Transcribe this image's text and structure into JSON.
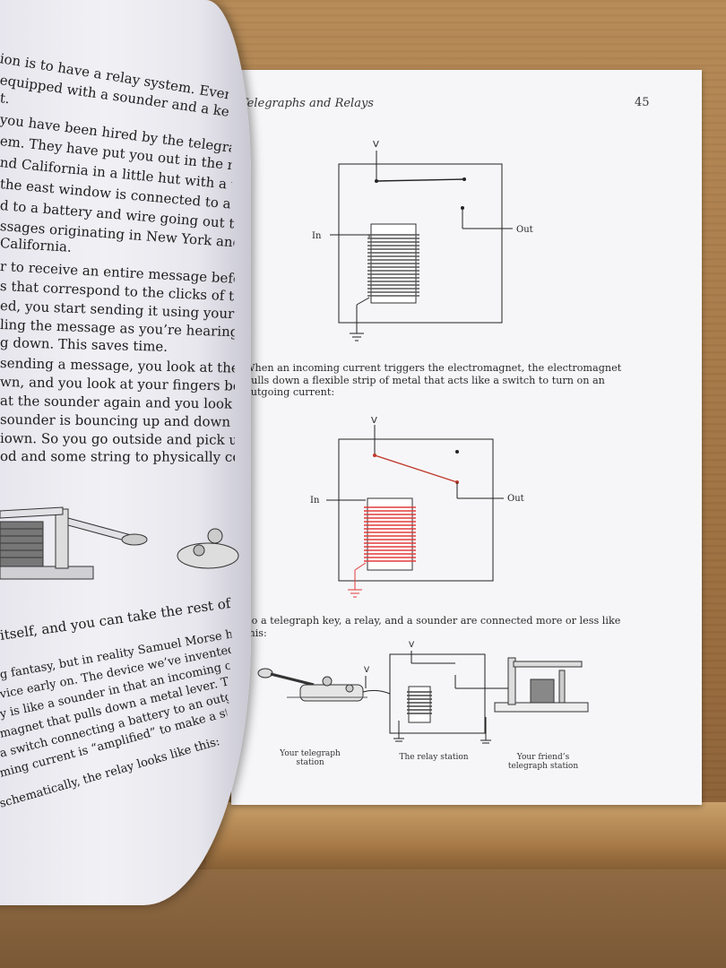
{
  "right_page": {
    "running_head": "Telegraphs and Relays",
    "page_number": "45",
    "diagram1": {
      "v": "V",
      "in": "In",
      "out": "Out"
    },
    "caption1": [
      "When an incoming current triggers the electromagnet, the electromagnet",
      "pulls down a flexible strip of metal that acts like a switch to turn on an",
      "outgoing current:"
    ],
    "diagram2": {
      "v": "V",
      "in": "In",
      "out": "Out"
    },
    "caption2": "So a telegraph key, a relay, and a sounder are connected more or less like this:",
    "diagram3": {
      "v1": "V",
      "v2": "V",
      "label_left": [
        "Your telegraph",
        "station"
      ],
      "label_mid": "The relay station",
      "label_right": [
        "Your friend’s",
        "telegraph station"
      ]
    }
  },
  "left_page": {
    "lines": [
      "ion is to have a relay system. Every",
      "equipped with a sounder and a key",
      "t.",
      "you have been hired by the telegraph",
      "em. They have put you out in the middle",
      "nd California in a little hut with a table",
      "the east window is connected to a sounder",
      "d to a battery and wire going out the west",
      "ssages originating in New York and go",
      "California.",
      "r to receive an entire message before resend",
      "s that correspond to the clicks of the sounder",
      "ed, you start sending it using your key. Even",
      "ling the message as you’re hearing it without",
      "g down. This saves time.",
      "sending a message, you look at the bar on the",
      "wn, and you look at your fingers bouncing",
      "at the sounder again and you look at the key",
      "sounder is bouncing up and down the same way",
      "iown. So you go outside and pick up a little piece",
      "od and some string to physically connect the s"
    ],
    "lines_bottom": [
      "itself, and you can take the rest of the afternoon",
      "g fantasy, but in reality Samuel Morse had under",
      "vice early on. The device we’ve invented is called",
      "y is like a sounder in that an incoming current",
      "magnet that pulls down a metal lever. The lever",
      "a switch connecting a battery to an outgoing",
      "ming current is “amplified” to make a stronger",
      "schematically, the relay looks like this:"
    ]
  },
  "colors": {
    "red_coil": "#e23b3b",
    "ink": "#222222"
  }
}
